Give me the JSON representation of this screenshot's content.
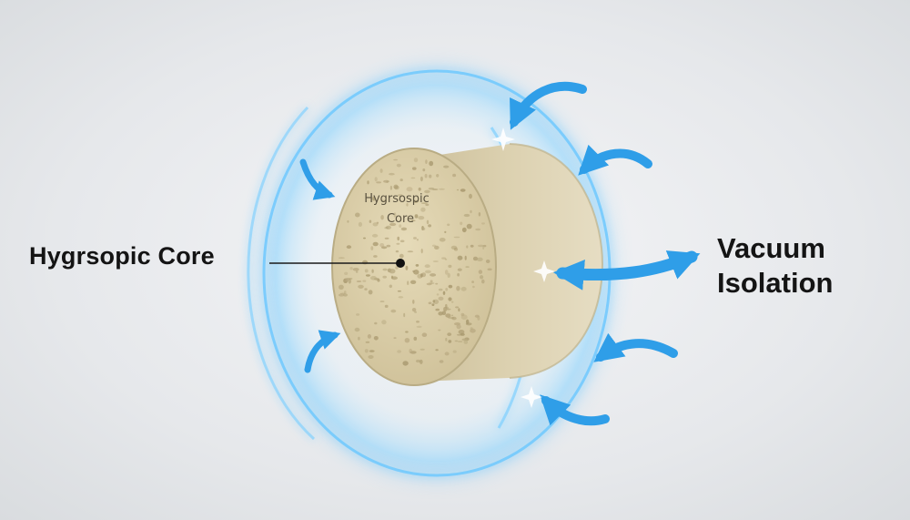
{
  "labels": {
    "core_label": "Hygrsopic Core",
    "vacuum_label_line1": "Vacuum",
    "vacuum_label_line2": "Isolation",
    "engraved_line1": "Hygrsospic",
    "engraved_line2": "Core"
  },
  "colors": {
    "background": "#e9ebee",
    "core_face": "#dccfaa",
    "core_side": "#cfc29d",
    "shield_glow": "#5fc4ff",
    "arrow_blue": "#2f9ee8",
    "label_text": "#141414"
  },
  "icons": {
    "arrows": "curved-arrow-icon",
    "bidirectional": "double-arrow-icon",
    "sparkle": "sparkle-icon"
  }
}
